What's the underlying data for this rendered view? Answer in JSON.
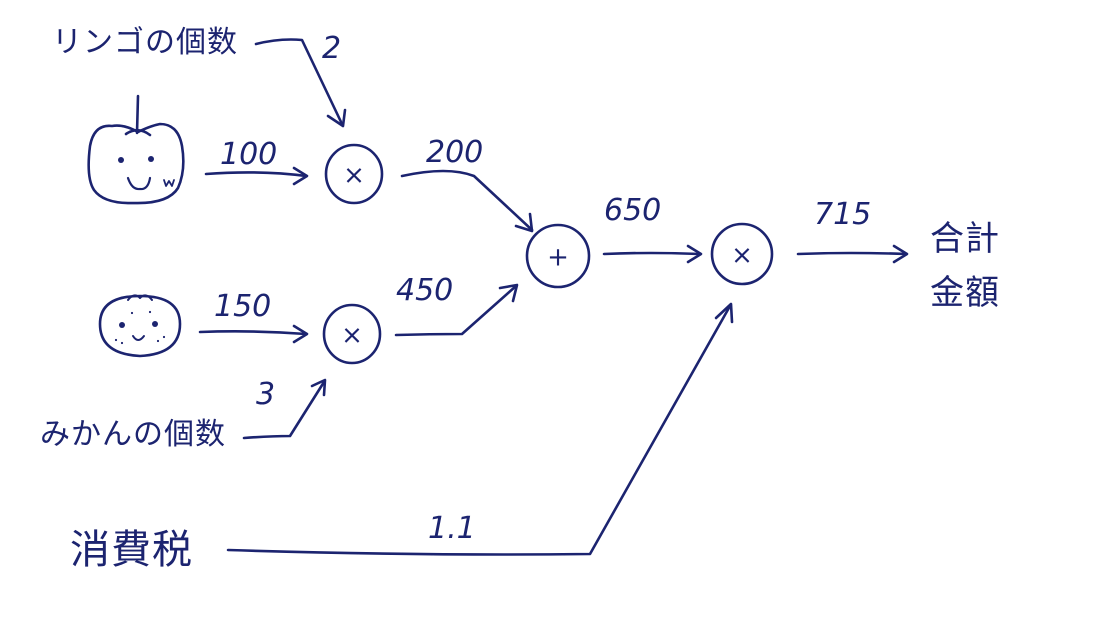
{
  "labels": {
    "apple_count": "リンゴの個数",
    "orange_count": "みかんの個数",
    "tax": "消費税",
    "total_line1": "合計",
    "total_line2": "金額"
  },
  "values": {
    "apple_qty": "2",
    "apple_price": "100",
    "apple_subtotal": "200",
    "orange_qty": "3",
    "orange_price": "150",
    "orange_subtotal": "450",
    "sum": "650",
    "tax_rate": "1.1",
    "total": "715"
  },
  "operators": {
    "mul": "×",
    "add": "+"
  },
  "colors": {
    "ink": "#1c2470",
    "background": "#ffffff"
  }
}
